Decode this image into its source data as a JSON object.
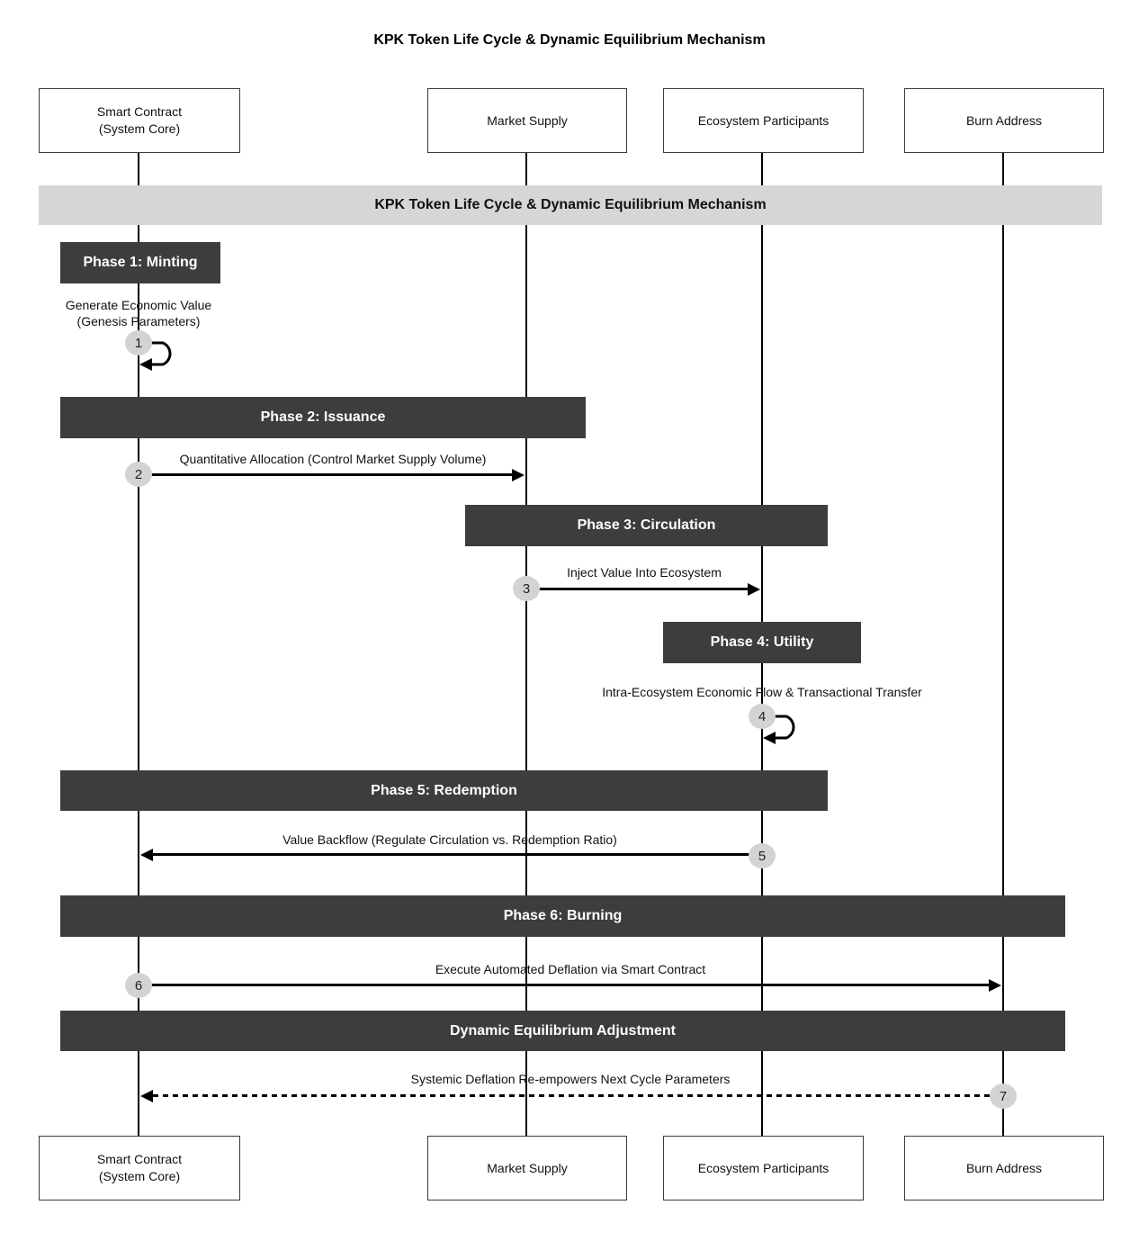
{
  "title": "KPK Token Life Cycle & Dynamic Equilibrium Mechanism",
  "banner": "KPK Token Life Cycle & Dynamic Equilibrium Mechanism",
  "actors": [
    {
      "line1": "Smart Contract",
      "line2": "(System Core)"
    },
    {
      "line1": "Market Supply",
      "line2": ""
    },
    {
      "line1": "Ecosystem Participants",
      "line2": ""
    },
    {
      "line1": "Burn Address",
      "line2": ""
    }
  ],
  "phases": [
    {
      "label": "Phase 1: Minting"
    },
    {
      "label": "Phase 2: Issuance"
    },
    {
      "label": "Phase 3: Circulation"
    },
    {
      "label": "Phase 4: Utility"
    },
    {
      "label": "Phase 5: Redemption"
    },
    {
      "label": "Phase 6: Burning"
    },
    {
      "label": "Dynamic Equilibrium Adjustment"
    }
  ],
  "messages": [
    {
      "num": "1",
      "label": "Generate Economic Value",
      "label2": "(Genesis Parameters)"
    },
    {
      "num": "2",
      "label": "Quantitative Allocation (Control Market Supply Volume)"
    },
    {
      "num": "3",
      "label": "Inject Value Into Ecosystem"
    },
    {
      "num": "4",
      "label": "Intra-Ecosystem Economic Flow & Transactional Transfer"
    },
    {
      "num": "5",
      "label": "Value Backflow (Regulate Circulation vs. Redemption Ratio)"
    },
    {
      "num": "6",
      "label": "Execute Automated Deflation via Smart Contract"
    },
    {
      "num": "7",
      "label": "Systemic Deflation Re-empowers Next Cycle Parameters"
    }
  ],
  "colors": {
    "phase_bg": "#3d3d3d",
    "phase_text": "#ffffff",
    "banner_bg": "#d6d6d6",
    "number_bg": "#d3d3d3",
    "line": "#000000"
  }
}
